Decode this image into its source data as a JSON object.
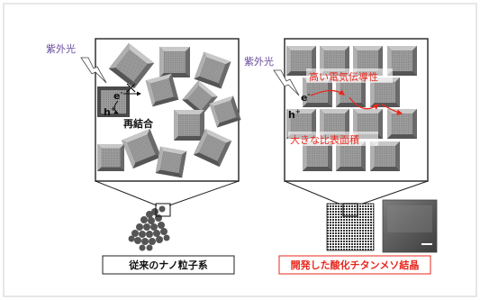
{
  "left_panel": {
    "uv_label": "紫外光",
    "electron_label": "e",
    "electron_sup": "-",
    "hole_label": "h",
    "hole_sup": "+",
    "recombination_label": "再結合",
    "caption": "従来のナノ粒子系"
  },
  "right_panel": {
    "uv_label": "紫外光",
    "electron_label": "e",
    "electron_sup": "-",
    "hole_label": "h",
    "hole_sup": "+",
    "conductivity_label": "高い電気伝導性",
    "surface_area_label": "大きな比表面積",
    "caption": "開発した酸化チタンメソ結晶"
  },
  "colors": {
    "uv_purple": "#6a4c9c",
    "highlight_red": "#e8281e",
    "crystal_fill": "#9a9a9a",
    "frame": "#222222"
  }
}
